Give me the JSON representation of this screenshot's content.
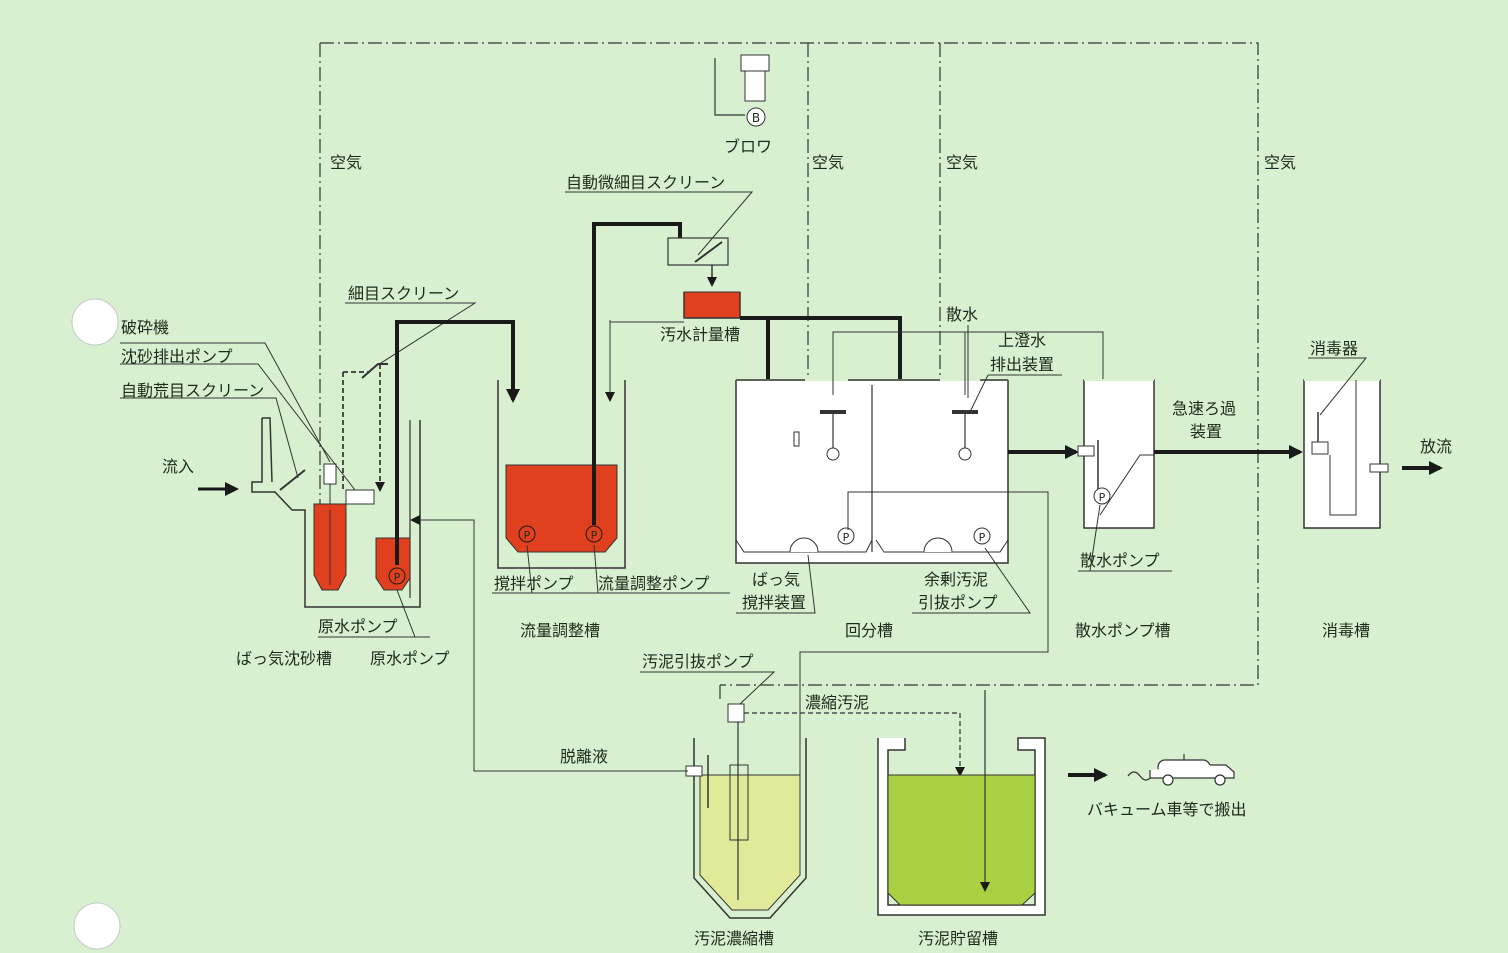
{
  "labels": {
    "air": "空気",
    "blower": "ブロワ",
    "blower_symbol": "B",
    "pump_symbol": "P",
    "auto_fine_screen": "自動微細目スクリーン",
    "fine_screen": "細目スクリーン",
    "crusher": "破砕機",
    "sand_pump": "沈砂排出ポンプ",
    "auto_coarse_screen": "自動荒目スクリーン",
    "inflow": "流入",
    "metering_tank": "汚水計量槽",
    "spray": "散水",
    "supernatant_1": "上澄水",
    "supernatant_2": "排出装置",
    "rapid_filter_1": "急速ろ過",
    "rapid_filter_2": "装置",
    "disinfector": "消毒器",
    "discharge": "放流",
    "stir_pump": "撹拌ポンプ",
    "flow_adj_pump": "流量調整ポンプ",
    "aeration_1": "ばっ気",
    "aeration_2": "撹拌装置",
    "excess_sludge_1": "余剰汚泥",
    "excess_sludge_2": "引抜ポンプ",
    "spray_pump": "散水ポンプ",
    "raw_pump_a": "原水ポンプ",
    "raw_pump_b": "原水ポンプ",
    "grit_tank": "ばっ気沈砂槽",
    "flow_adj_tank": "流量調整槽",
    "batch_tank": "回分槽",
    "spray_pump_tank": "散水ポンプ槽",
    "disinfection_tank": "消毒槽",
    "sludge_pump": "汚泥引抜ポンプ",
    "thickened_sludge": "濃縮汚泥",
    "separated_liquid": "脱離液",
    "vacuum_truck": "バキューム車等で搬出",
    "thickener_tank": "汚泥濃縮槽",
    "storage_tank": "汚泥貯留槽"
  },
  "colors": {
    "background": "#d9f0d0",
    "wastewater": "#e0401e",
    "sludge_light": "#e0ea98",
    "sludge_storage": "#a8d040",
    "line": "#1a1a1a",
    "tank_fill": "#ffffff"
  }
}
